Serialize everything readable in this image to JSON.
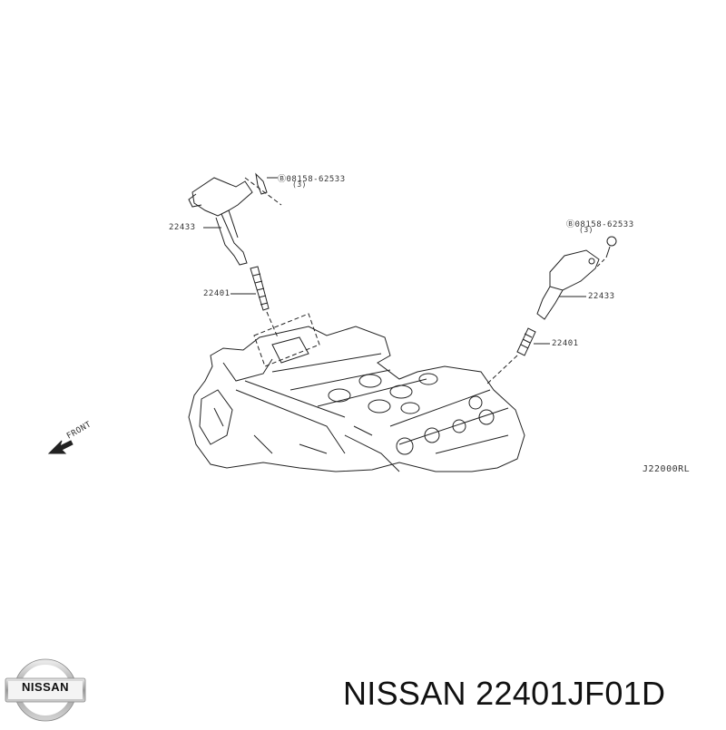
{
  "diagram": {
    "callouts": [
      {
        "id": "bolt-left",
        "part": "08158-62533",
        "prefix": "B",
        "qty": "(3)"
      },
      {
        "id": "coil-left",
        "part": "22433"
      },
      {
        "id": "plug-left",
        "part": "22401"
      },
      {
        "id": "bolt-right",
        "part": "08158-62533",
        "prefix": "B",
        "qty": "(3)"
      },
      {
        "id": "coil-right",
        "part": "22433"
      },
      {
        "id": "plug-right",
        "part": "22401"
      }
    ],
    "direction_label": "FRONT",
    "diagram_code": "J22000RL"
  },
  "brand": {
    "logo_text": "NISSAN"
  },
  "title": "NISSAN 22401JF01D"
}
